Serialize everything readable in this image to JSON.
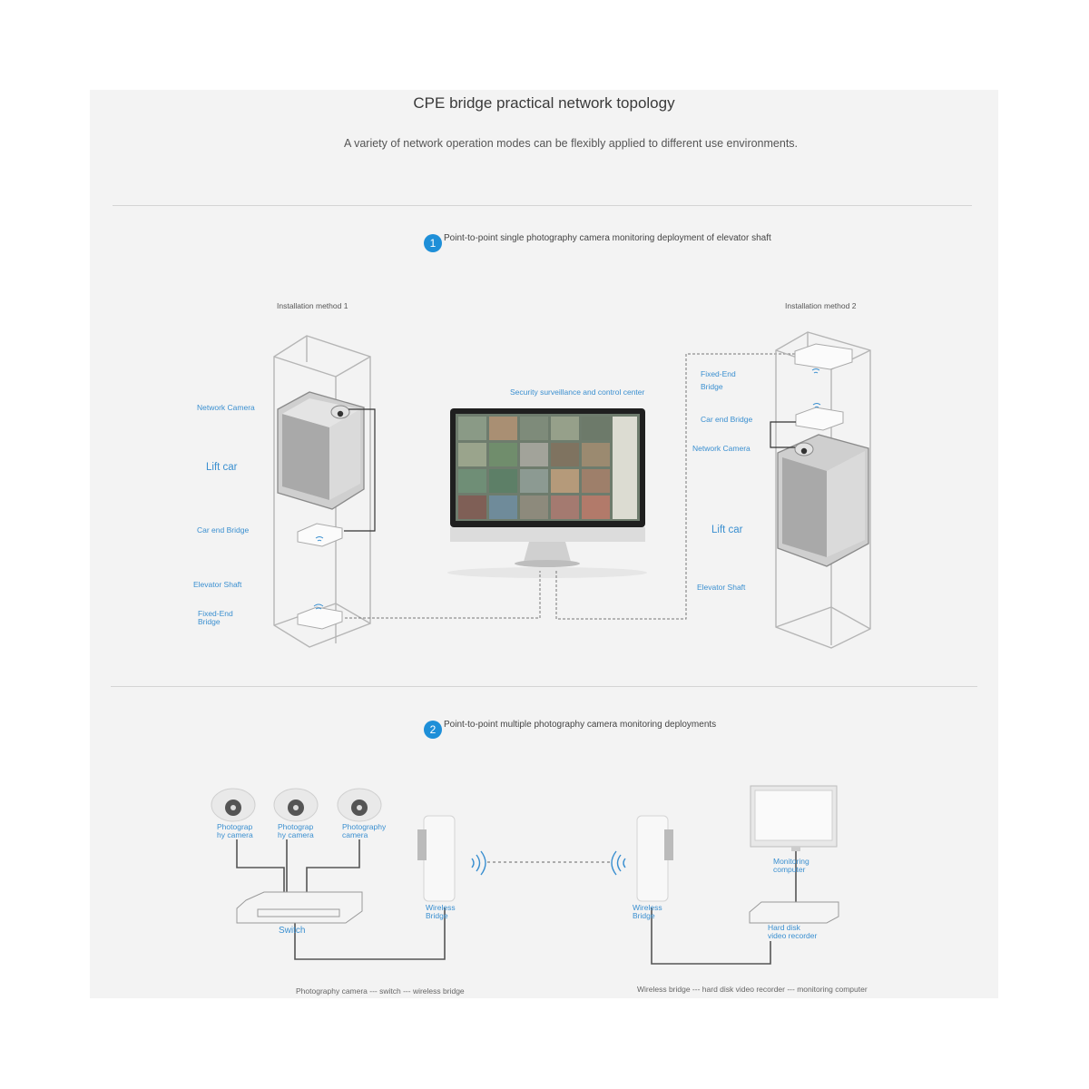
{
  "header": {
    "title": "CPE bridge practical network topology",
    "subtitle": "A variety of network operation modes can be flexibly applied to different use environments."
  },
  "section1": {
    "number": "1",
    "heading": "Point-to-point single photography camera monitoring deployment of elevator shaft",
    "center_label": "Security surveillance and control center",
    "method1": {
      "title": "Installation method 1",
      "network_camera": "Network Camera",
      "lift_car": "Lift car",
      "car_end_bridge": "Car end Bridge",
      "elevator_shaft": "Elevator Shaft",
      "fixed_end_bridge_1": "Fixed-End",
      "fixed_end_bridge_2": "Bridge"
    },
    "method2": {
      "title": "Installation method 2",
      "fixed_end_bridge_1": "Fixed-End",
      "fixed_end_bridge_2": "Bridge",
      "car_end_bridge": "Car end Bridge",
      "network_camera": "Network Camera",
      "lift_car": "Lift car",
      "elevator_shaft": "Elevator Shaft"
    }
  },
  "section2": {
    "number": "2",
    "heading": "Point-to-point multiple photography camera monitoring deployments",
    "cam1_line1": "Photograp",
    "cam1_line2": "hy camera",
    "cam2_line1": "Photograp",
    "cam2_line2": "hy camera",
    "cam3_line1": "Photography",
    "cam3_line2": "camera",
    "switch": "Switch",
    "bridge_left_1": "Wireless",
    "bridge_left_2": "Bridge",
    "bridge_right_1": "Wireless",
    "bridge_right_2": "Bridge",
    "monitor_1": "Monitoring",
    "monitor_2": "computer",
    "recorder_1": "Hard disk",
    "recorder_2": "video recorder",
    "caption_left": "Photography camera --- switch --- wireless bridge",
    "caption_right": "Wireless bridge --- hard disk video recorder --- monitoring computer"
  },
  "colors": {
    "accent_blue": "#1e8fd8",
    "label_blue": "#3a8fd0",
    "background": "#f3f3f3"
  }
}
